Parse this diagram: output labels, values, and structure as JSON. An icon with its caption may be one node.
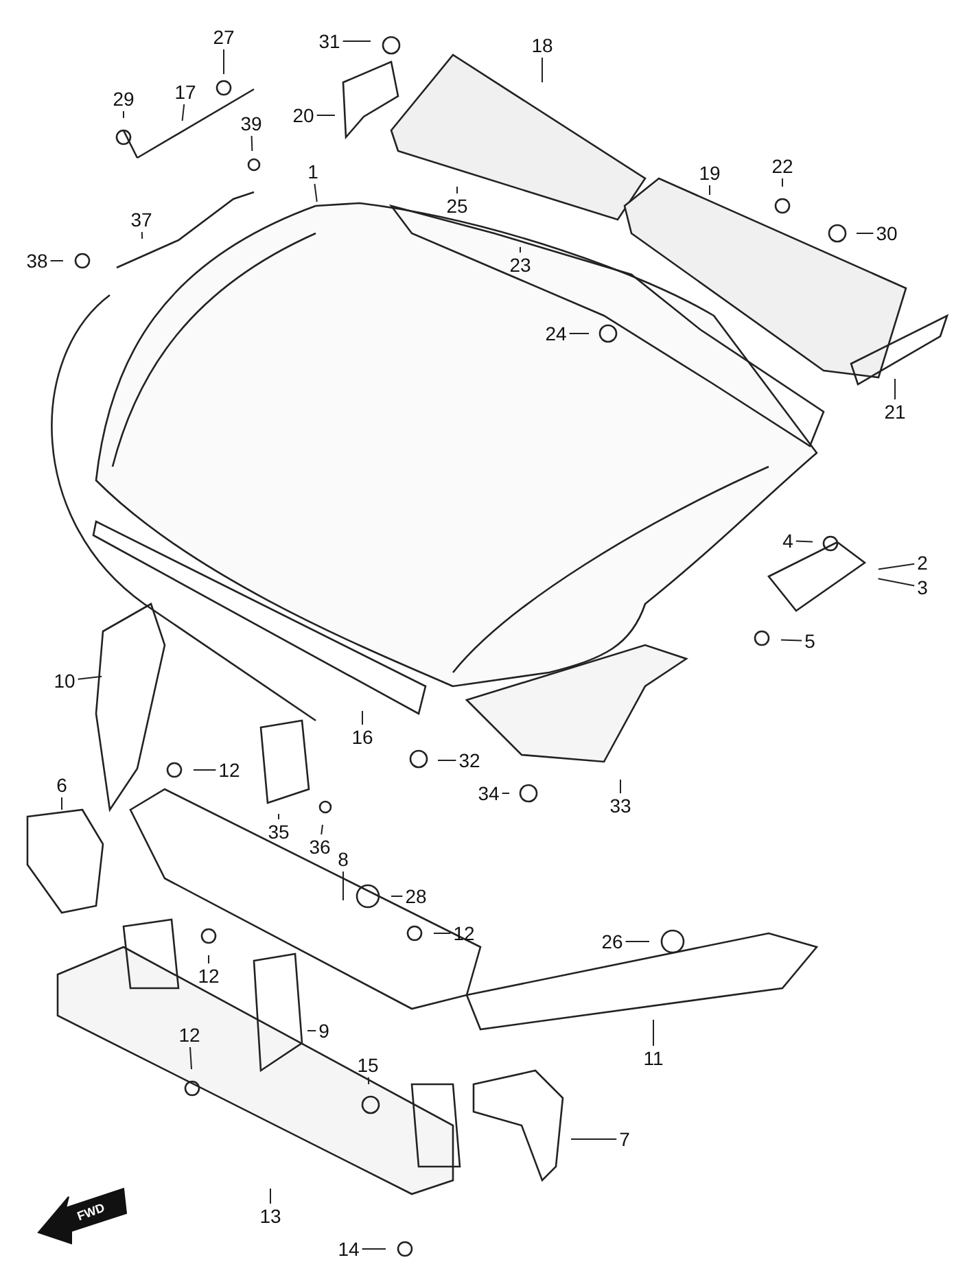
{
  "diagram": {
    "nodes": [
      {
        "text": [
          "27"
        ]
      },
      {
        "text": [
          "31"
        ]
      },
      {
        "text": [
          "18"
        ]
      },
      {
        "text": [
          "29"
        ]
      },
      {
        "text": [
          "17"
        ]
      },
      {
        "text": [
          "20"
        ]
      },
      {
        "text": [
          "39"
        ]
      },
      {
        "text": [
          "1"
        ]
      },
      {
        "text": [
          "19"
        ]
      },
      {
        "text": [
          "22"
        ]
      },
      {
        "text": [
          "25"
        ]
      },
      {
        "text": [
          "37"
        ]
      },
      {
        "text": [
          "30"
        ]
      },
      {
        "text": [
          "38"
        ]
      },
      {
        "text": [
          "23"
        ]
      },
      {
        "text": [
          "24"
        ]
      },
      {
        "text": [
          "21"
        ]
      },
      {
        "text": [
          "4"
        ]
      },
      {
        "text": [
          "2"
        ]
      },
      {
        "text": [
          "3"
        ]
      },
      {
        "text": [
          "5"
        ]
      },
      {
        "text": [
          "10"
        ]
      },
      {
        "text": [
          "16"
        ]
      },
      {
        "text": [
          "32"
        ]
      },
      {
        "text": [
          "12"
        ]
      },
      {
        "text": [
          "34"
        ]
      },
      {
        "text": [
          "33"
        ]
      },
      {
        "text": [
          "6"
        ]
      },
      {
        "text": [
          "35"
        ]
      },
      {
        "text": [
          "36"
        ]
      },
      {
        "text": [
          "8"
        ]
      },
      {
        "text": [
          "28"
        ]
      },
      {
        "text": [
          "12"
        ]
      },
      {
        "text": [
          "26"
        ]
      },
      {
        "text": [
          "12"
        ]
      },
      {
        "text": [
          "9"
        ]
      },
      {
        "text": [
          "12"
        ]
      },
      {
        "text": [
          "11"
        ]
      },
      {
        "text": [
          "15"
        ]
      },
      {
        "text": [
          "7"
        ]
      },
      {
        "text": [
          "13"
        ]
      },
      {
        "text": [
          "14"
        ]
      }
    ],
    "edges": [
      {
        "from": 0,
        "to": null,
        "arrow": "none"
      },
      {
        "from": 1,
        "to": null,
        "arrow": "none"
      },
      {
        "from": 2,
        "to": null,
        "arrow": "none"
      },
      {
        "from": 3,
        "to": null,
        "arrow": "none"
      },
      {
        "from": 4,
        "to": null,
        "arrow": "none"
      },
      {
        "from": 5,
        "to": null,
        "arrow": "none"
      },
      {
        "from": 6,
        "to": null,
        "arrow": "none"
      },
      {
        "from": 7,
        "to": null,
        "arrow": "none"
      },
      {
        "from": 8,
        "to": null,
        "arrow": "none"
      },
      {
        "from": 9,
        "to": null,
        "arrow": "none"
      },
      {
        "from": 10,
        "to": null,
        "arrow": "none"
      },
      {
        "from": 11,
        "to": null,
        "arrow": "none"
      },
      {
        "from": 12,
        "to": null,
        "arrow": "none"
      },
      {
        "from": 13,
        "to": null,
        "arrow": "none"
      },
      {
        "from": 14,
        "to": null,
        "arrow": "none"
      },
      {
        "from": 15,
        "to": null,
        "arrow": "none"
      },
      {
        "from": 16,
        "to": null,
        "arrow": "none"
      },
      {
        "from": 17,
        "to": null,
        "arrow": "none"
      },
      {
        "from": 18,
        "to": null,
        "arrow": "none"
      },
      {
        "from": 19,
        "to": null,
        "arrow": "none"
      },
      {
        "from": 20,
        "to": null,
        "arrow": "none"
      },
      {
        "from": 21,
        "to": null,
        "arrow": "none"
      },
      {
        "from": 22,
        "to": null,
        "arrow": "none"
      },
      {
        "from": 23,
        "to": null,
        "arrow": "none"
      },
      {
        "from": 24,
        "to": null,
        "arrow": "none"
      },
      {
        "from": 25,
        "to": null,
        "arrow": "none"
      },
      {
        "from": 26,
        "to": null,
        "arrow": "none"
      },
      {
        "from": 27,
        "to": null,
        "arrow": "none"
      },
      {
        "from": 28,
        "to": null,
        "arrow": "none"
      },
      {
        "from": 29,
        "to": null,
        "arrow": "none"
      },
      {
        "from": 30,
        "to": null,
        "arrow": "none"
      },
      {
        "from": 31,
        "to": null,
        "arrow": "none"
      },
      {
        "from": 32,
        "to": null,
        "arrow": "none"
      },
      {
        "from": 33,
        "to": null,
        "arrow": "none"
      },
      {
        "from": 34,
        "to": null,
        "arrow": "none"
      },
      {
        "from": 35,
        "to": null,
        "arrow": "none"
      },
      {
        "from": 36,
        "to": null,
        "arrow": "none"
      },
      {
        "from": 37,
        "to": null,
        "arrow": "none"
      },
      {
        "from": 38,
        "to": null,
        "arrow": "none"
      },
      {
        "from": 39,
        "to": null,
        "arrow": "none"
      },
      {
        "from": 40,
        "to": null,
        "arrow": "none"
      },
      {
        "from": 41,
        "to": null,
        "arrow": "none"
      }
    ],
    "labels": [
      "FWD"
    ]
  }
}
